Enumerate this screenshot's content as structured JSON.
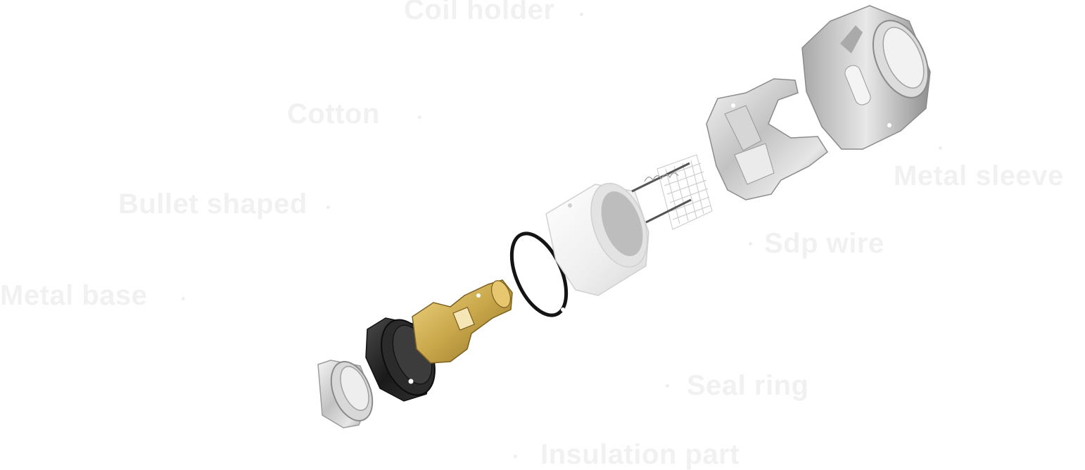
{
  "labels": {
    "coil_holder": "Coil holder",
    "cotton": "Cotton",
    "bullet_shaped": "Bullet shaped",
    "metal_base": "Metal base",
    "metal_sleeve": "Metal  sleeve",
    "sdp_wire": "Sdp wire",
    "seal_ring": "Seal ring",
    "insulation_part": "Insulation part"
  },
  "colors": {
    "label_text": "#f1f1f1",
    "metal": "#c8c8c8",
    "brass": "#c9a74a",
    "rubber": "#1e1e1e",
    "insulator": "#f0f0f0"
  }
}
